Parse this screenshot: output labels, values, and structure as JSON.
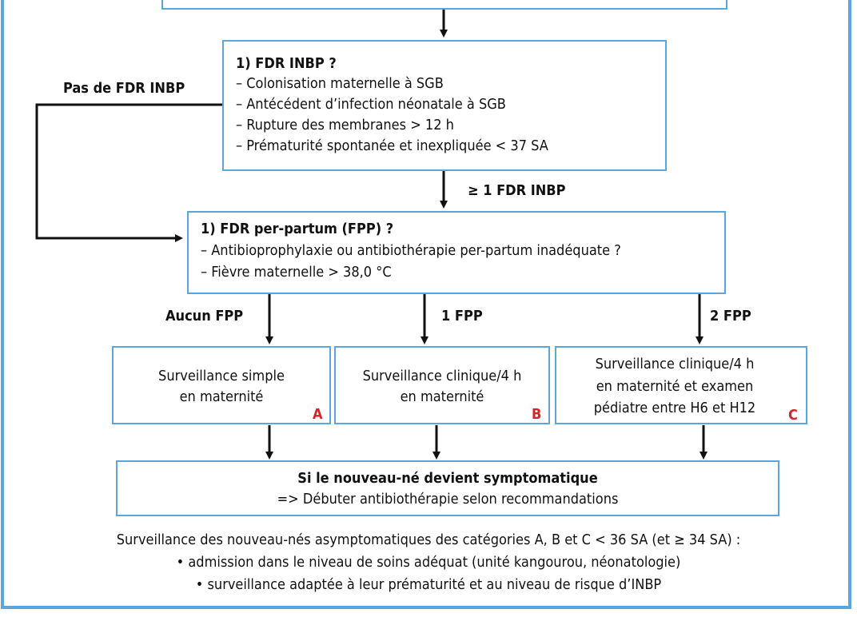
{
  "colors": {
    "border": "#5aa6de",
    "accent_letter": "#d4262a",
    "arrow": "#111111"
  },
  "fdr_inbp": {
    "title": "1) FDR INBP ?",
    "items": [
      "– Colonisation maternelle à SGB",
      "– Antécédent d’infection néonatale à SGB",
      "– Rupture des membranes > 12 h",
      "– Prématurité spontanée et inexpliquée < 37 SA"
    ]
  },
  "edge_labels": {
    "no_fdr": "Pas de FDR INBP",
    "one_fdr": "≥ 1 FDR INBP",
    "no_fpp": "Aucun FPP",
    "one_fpp": "1 FPP",
    "two_fpp": "2 FPP"
  },
  "fpp": {
    "title": "1) FDR per-partum (FPP) ?",
    "items": [
      "– Antibioprophylaxie ou antibiothérapie per-partum inadéquate ?",
      "– Fièvre maternelle > 38,0 °C"
    ]
  },
  "outcomes": [
    {
      "lines": [
        "Surveillance simple",
        "en maternité"
      ],
      "letter": "A"
    },
    {
      "lines": [
        "Surveillance clinique/4 h",
        "en maternité"
      ],
      "letter": "B"
    },
    {
      "lines": [
        "Surveillance clinique/4 h",
        "en maternité et examen",
        "pédiatre entre H6 et H12"
      ],
      "letter": "C"
    }
  ],
  "symptomatic": {
    "title": "Si le nouveau-né devient symptomatique",
    "action": "=> Débuter antibiothérapie selon recommandations"
  },
  "footnote": {
    "heading": "Surveillance des nouveau-nés asymptomatiques des catégories A, B et C < 36 SA (et ≥ 34 SA) :",
    "bullets": [
      "• admission dans le niveau de soins adéquat (unité kangourou, néonatologie)",
      "• surveillance adaptée à leur prématurité et au niveau de risque d’INBP"
    ]
  }
}
